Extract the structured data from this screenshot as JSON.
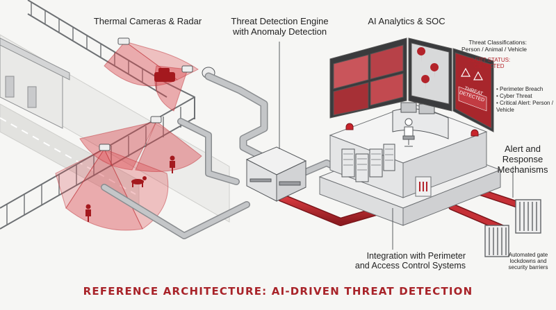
{
  "title": "REFERENCE ARCHITECTURE: AI-DRIVEN THREAT DETECTION",
  "labels": {
    "thermal": "Thermal Cameras & Radar",
    "engine_line1": "Threat Detection Engine",
    "engine_line2": "with Anomaly Detection",
    "soc": "AI Analytics & SOC",
    "classifications_line1": "Threat Classifications:",
    "classifications_line2": "Person / Animal / Vehicle",
    "alert_status_line1": "ALERT STATUS:",
    "alert_status_line2": "DETECTED",
    "threat_detected_line1": "THREAT",
    "threat_detected_line2": "DETECTED",
    "alert_line1": "Alert and",
    "alert_line2": "Response",
    "alert_line3": "Mechanisms",
    "integration_line1": "Integration with Perimeter",
    "integration_line2": "and Access Control Systems",
    "gate_line1": "Automated gate",
    "gate_line2": "lockdowns and",
    "gate_line3": "security barriers"
  },
  "alert_list": [
    "Perimeter Breach",
    "Cyber Threat",
    "Critical Alert: Person / Vehicle"
  ],
  "colors": {
    "accent": "#b3232a",
    "cone": "#d9434a",
    "pipe": "#b9bcbf",
    "line": "#5a5d60"
  }
}
